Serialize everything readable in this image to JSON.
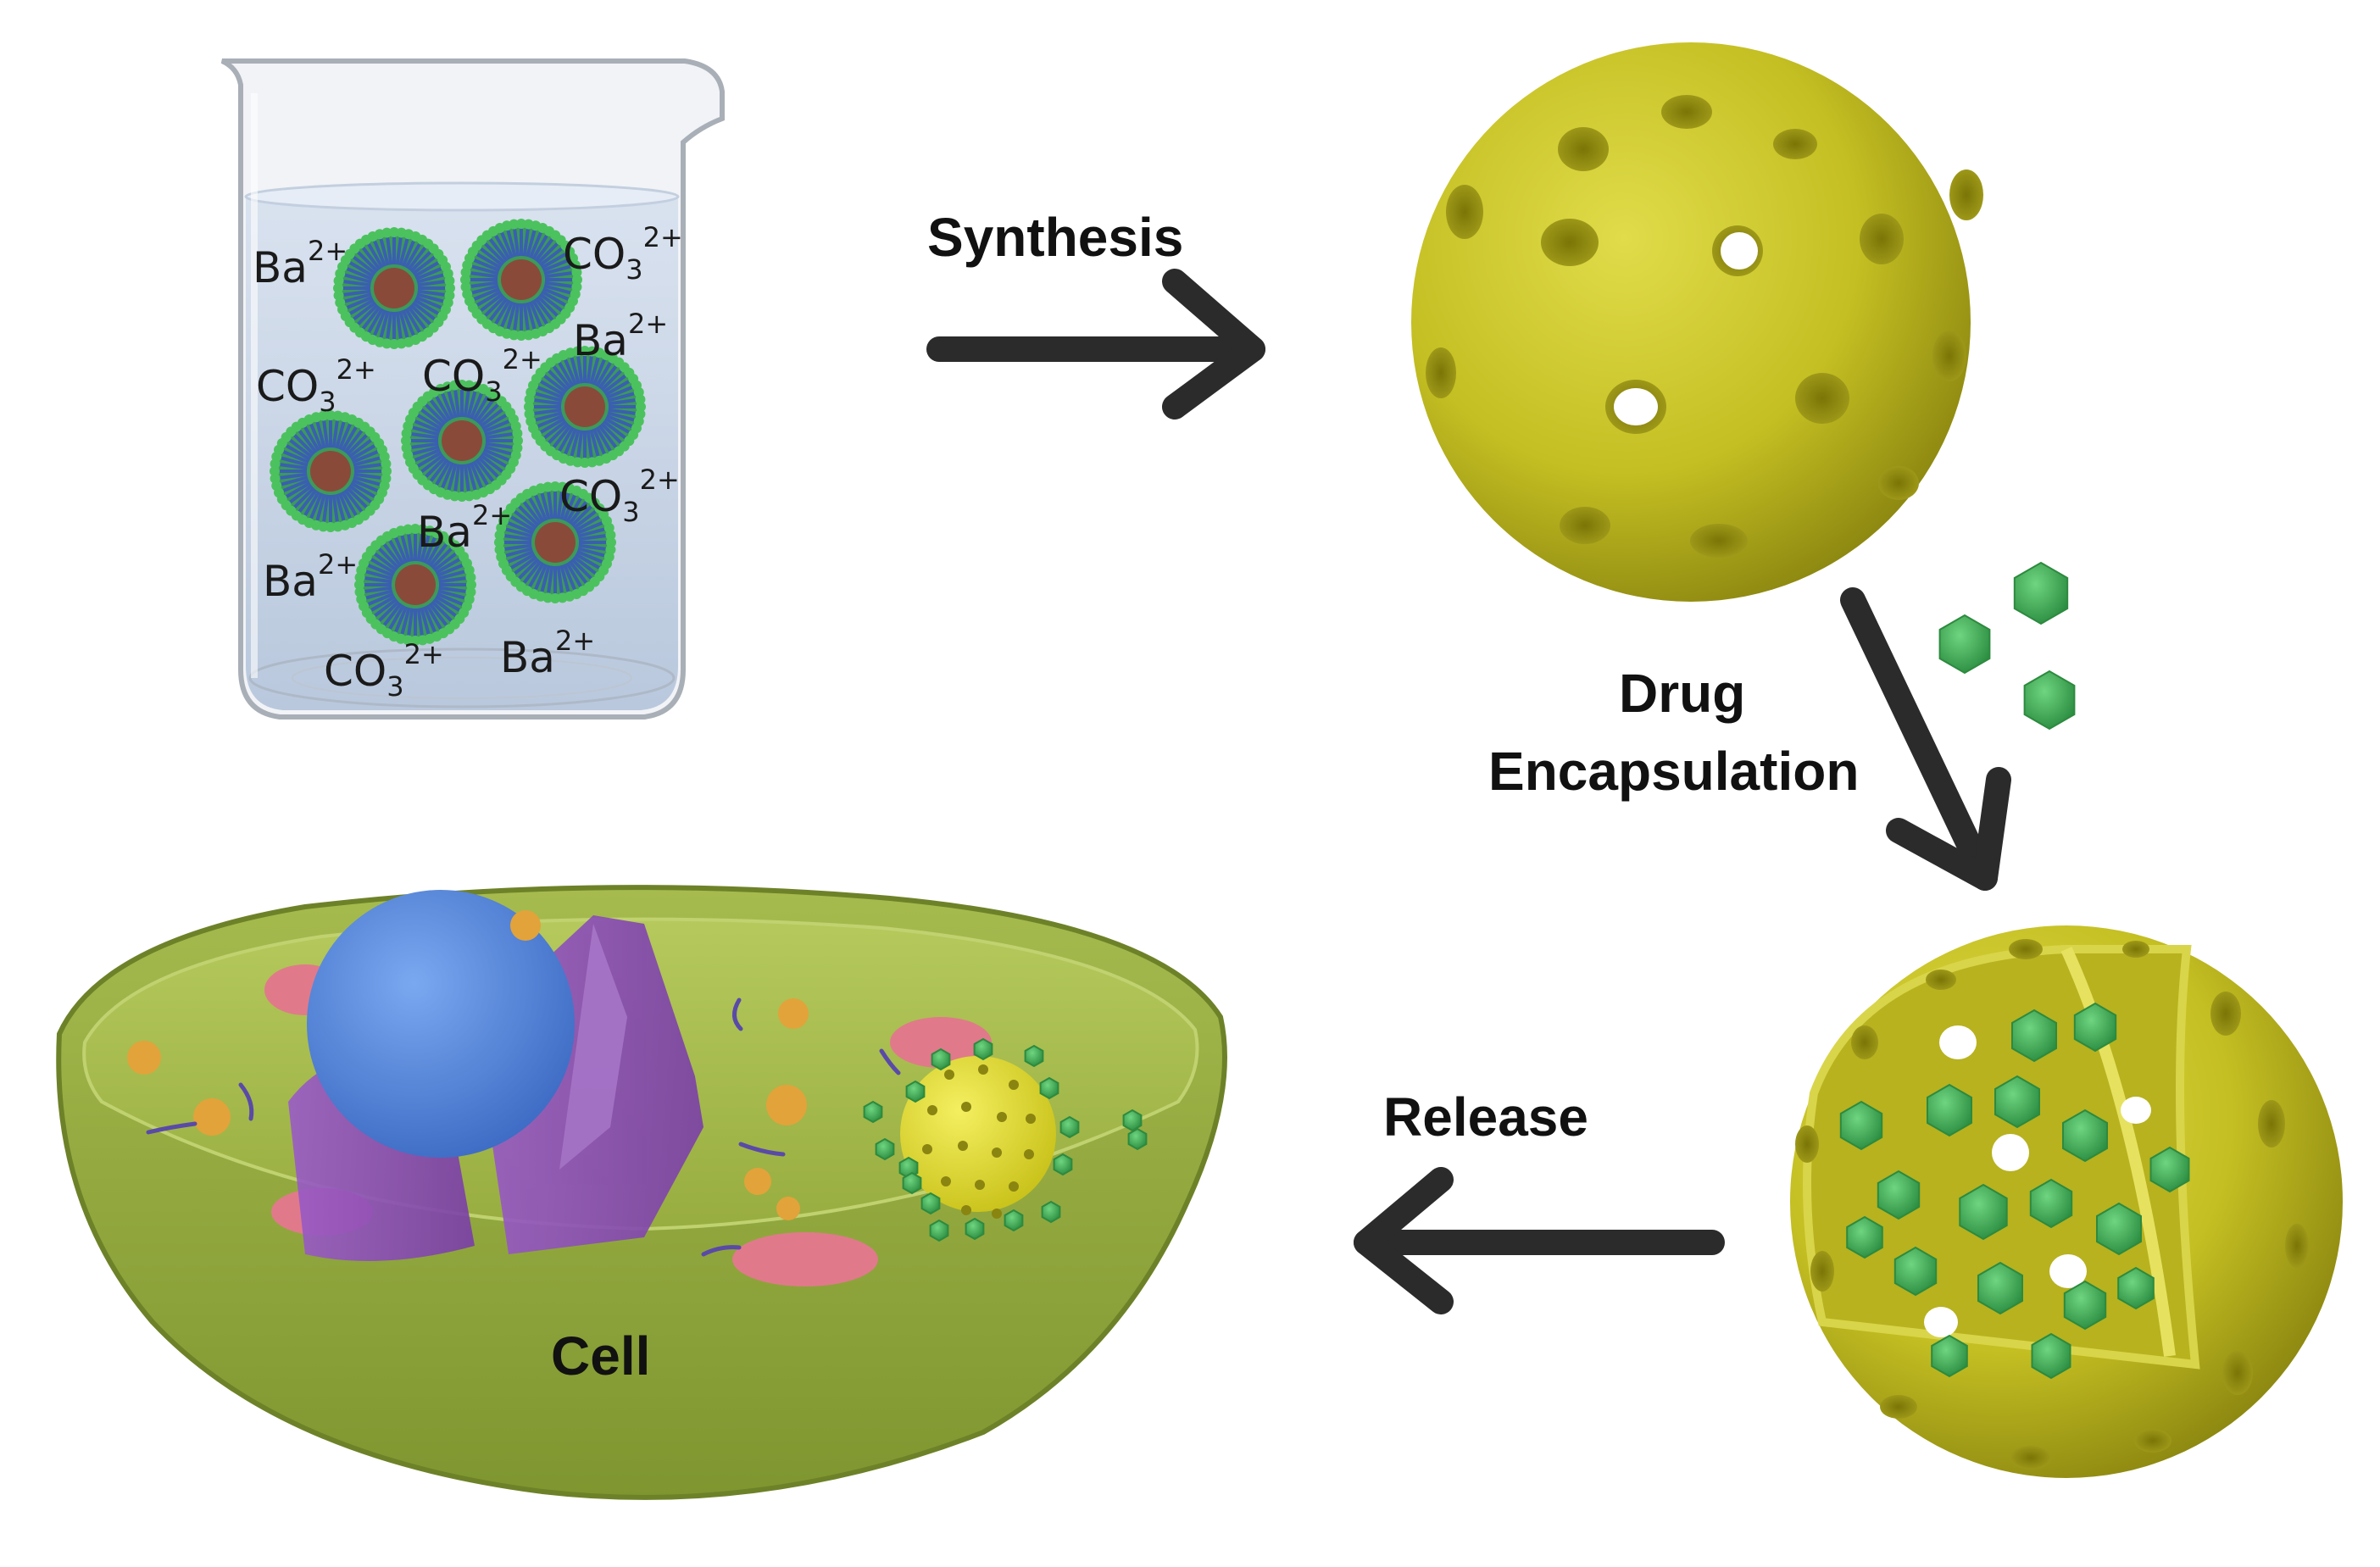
{
  "labels": {
    "synthesis": "Synthesis",
    "drug": "Drug",
    "encapsulation": "Encapsulation",
    "release": "Release",
    "cell": "Cell"
  },
  "ions": [
    {
      "base": "Ba",
      "sub": "",
      "sup": "2+"
    },
    {
      "base": "CO",
      "sub": "3",
      "sup": "2+"
    },
    {
      "base": "Ba",
      "sub": "",
      "sup": "2+"
    },
    {
      "base": "CO",
      "sub": "3",
      "sup": "2+"
    },
    {
      "base": "CO",
      "sub": "3",
      "sup": "2+"
    },
    {
      "base": "CO",
      "sub": "3",
      "sup": "2+"
    },
    {
      "base": "Ba",
      "sub": "",
      "sup": "2+"
    },
    {
      "base": "Ba",
      "sub": "",
      "sup": "2+"
    },
    {
      "base": "CO",
      "sub": "3",
      "sup": "2+"
    },
    {
      "base": "Ba",
      "sub": "",
      "sup": "2+"
    }
  ],
  "colors": {
    "arrow": "#2b2b2b",
    "sphere": "#c8c42a",
    "sphere_dark": "#8f8a12",
    "drug": "#3faa55",
    "cell": "#8ea63a",
    "nucleus": "#5b8fe0",
    "golgi": "#8a4fb8",
    "mito": "#e07a8a",
    "vesicle": "#e2a33a",
    "micelle_core": "#3a5fb0",
    "micelle_shell": "#48c060",
    "water": "#c9d6e8"
  }
}
